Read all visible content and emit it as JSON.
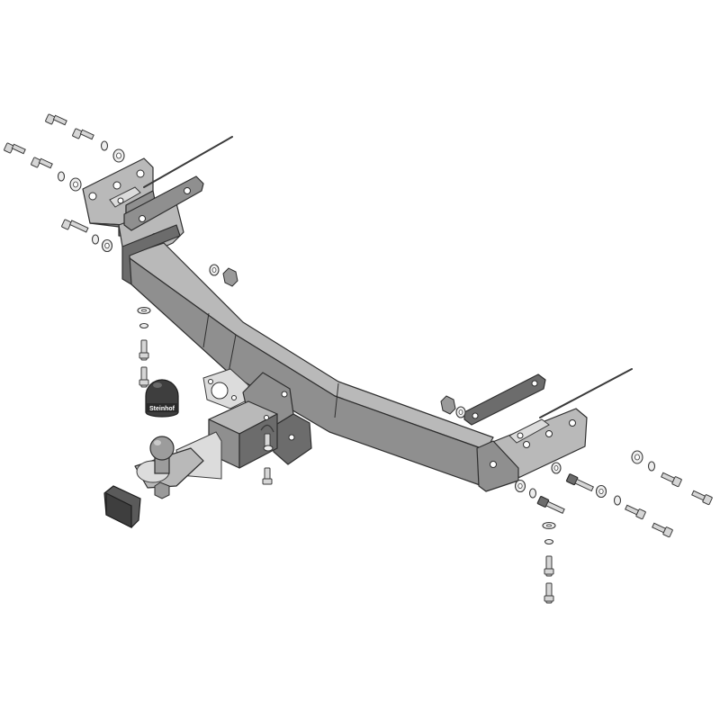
{
  "diagram": {
    "parts": {
      "crossbar": "crossbar",
      "left_bracket": "left-mounting-bracket",
      "right_bracket": "right-mounting-bracket",
      "left_strap": "left-strap-plate",
      "right_strap": "right-strap-plate",
      "receiver": "receiver-box",
      "tow_ball": "tow-ball",
      "ball_cover": "tow-ball-cover",
      "socket_plate": "socket-mounting-plate",
      "end_plug": "receiver-end-plug",
      "safety_pin": "safety-pin"
    },
    "cover_logo": "Steinhof",
    "colors": {
      "steel": "#8f8f8f",
      "steel_light": "#b9b9b9",
      "steel_dark": "#6c6c6c",
      "cover": "#3e3e3e",
      "background": "#ffffff"
    }
  }
}
